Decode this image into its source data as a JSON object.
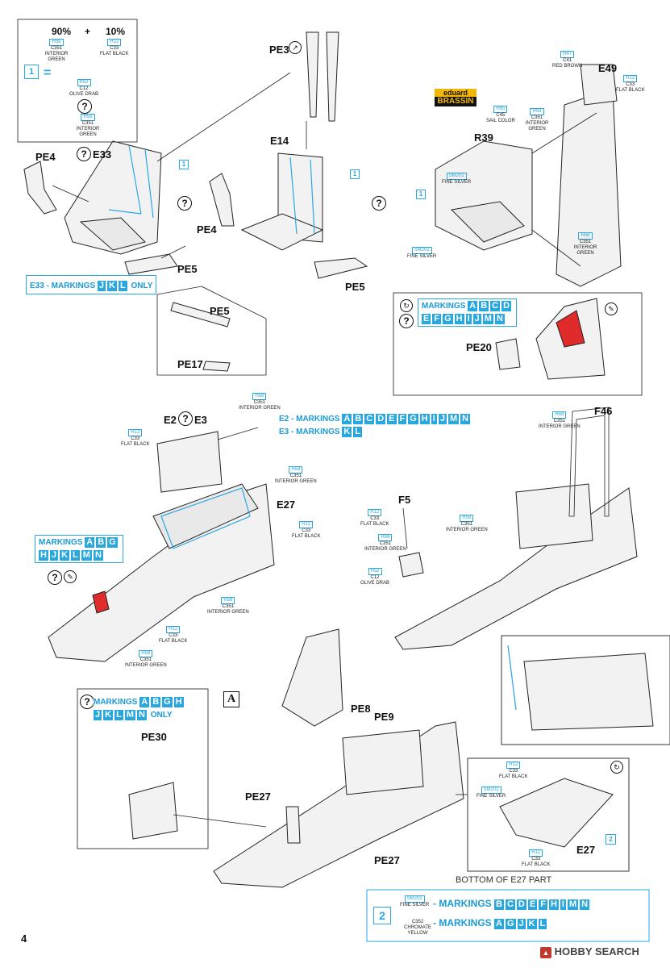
{
  "mix": {
    "pct1": "90%",
    "plus": "+",
    "pct2": "10%",
    "c1": {
      "h": "H58",
      "c": "C351",
      "n": "INTERIOR GREEN"
    },
    "c2": {
      "h": "H12",
      "c": "C33",
      "n": "FLAT BLACK"
    },
    "c3": {
      "h": "H52",
      "c": "C12",
      "n": "OLIVE DRAB"
    },
    "c4": {
      "h": "H58",
      "c": "C351",
      "n": "INTERIOR GREEN"
    },
    "step": "1",
    "eq": "="
  },
  "labels": {
    "pe4a": "PE4",
    "e33": "E33",
    "pe3": "PE3",
    "e14": "E14",
    "pe4b": "PE4",
    "pe5a": "PE5",
    "pe5b": "PE5",
    "pe5c": "PE5",
    "pe17": "PE17",
    "e49": "E49",
    "r39": "R39",
    "pe20": "PE20",
    "e2e3a": "E2",
    "e2e3b": "E3",
    "e27a": "E27",
    "f46": "F46",
    "f5": "F5",
    "pe30": "PE30",
    "pe27a": "PE27",
    "pe27b": "PE27",
    "pe8": "PE8",
    "pe9": "PE9",
    "e27b": "E27",
    "a": "A",
    "bottom": "BOTTOM OF E27 PART",
    "page": "4",
    "q": "?",
    "one": "1",
    "two": "2"
  },
  "brand": {
    "top": "eduard",
    "bottom": "BRASSIN"
  },
  "colors": {
    "h47": {
      "h": "H47",
      "c": "C41",
      "n": "RED BROWN"
    },
    "h12a": {
      "h": "H12",
      "c": "C33",
      "n": "FLAT BLACK"
    },
    "h85": {
      "h": "H85",
      "c": "C45",
      "n": "SAIL COLOR"
    },
    "h58a": {
      "h": "H58",
      "c": "C351",
      "n": "INTERIOR GREEN"
    },
    "sm201a": {
      "h": "SM201",
      "n": "FINE SILVER"
    },
    "sm201b": {
      "h": "SM201",
      "n": "FINE SILVER"
    },
    "h58b": {
      "h": "H58",
      "c": "C351",
      "n": "INTERIOR GREEN"
    },
    "h58c": {
      "h": "H58",
      "c": "C351",
      "n": "INTERIOR GREEN"
    },
    "h12b": {
      "h": "H12",
      "c": "C33",
      "n": "FLAT BLACK"
    },
    "h58d": {
      "h": "H58",
      "c": "C351",
      "n": "INTERIOR GREEN"
    },
    "h12c": {
      "h": "H12",
      "c": "C33",
      "n": "FLAT BLACK"
    },
    "h58e": {
      "h": "H58",
      "c": "C351",
      "n": "INTERIOR GREEN"
    },
    "h12d": {
      "h": "H12",
      "c": "C33",
      "n": "FLAT BLACK"
    },
    "h58f": {
      "h": "H58",
      "c": "C351",
      "n": "INTERIOR GREEN"
    },
    "h58g": {
      "h": "H58",
      "c": "C351",
      "n": "INTERIOR GREEN"
    },
    "h12e": {
      "h": "H12",
      "c": "C33",
      "n": "FLAT BLACK"
    },
    "h58h": {
      "h": "H58",
      "c": "C351",
      "n": "INTERIOR GREEN"
    },
    "h52": {
      "h": "H52",
      "c": "C12",
      "n": "OLIVE DRAB"
    },
    "h58i": {
      "h": "H58",
      "c": "C351",
      "n": "INTERIOR GREEN"
    },
    "h12f": {
      "h": "H12",
      "c": "C33",
      "n": "FLAT BLACK"
    },
    "sm201c": {
      "h": "SM201",
      "n": "FINE SILVER"
    },
    "h12g": {
      "h": "H12",
      "c": "C33",
      "n": "FLAT BLACK"
    }
  },
  "markings": {
    "e33": {
      "prefix": "E33 - MARKINGS",
      "tiles": [
        "J",
        "K",
        "L"
      ],
      "suffix": "ONLY"
    },
    "r1": {
      "prefix": "MARKINGS",
      "tiles": [
        "A",
        "B",
        "C",
        "D"
      ]
    },
    "r2": {
      "tiles": [
        "E",
        "F",
        "G",
        "H",
        "I",
        "J",
        "M",
        "N"
      ]
    },
    "e2": {
      "prefix": "E2 - MARKINGS",
      "tiles": [
        "A",
        "B",
        "C",
        "D",
        "E",
        "F",
        "G",
        "H",
        "I",
        "J",
        "M",
        "N"
      ]
    },
    "e3": {
      "prefix": "E3 - MARKINGS",
      "tiles": [
        "K",
        "L"
      ]
    },
    "l1": {
      "prefix": "MARKINGS",
      "tiles": [
        "A",
        "B",
        "G"
      ]
    },
    "l2": {
      "tiles": [
        "H",
        "J",
        "K",
        "L",
        "M",
        "N"
      ]
    },
    "a1": {
      "prefix": "MARKINGS",
      "tiles": [
        "A",
        "B",
        "G",
        "H"
      ]
    },
    "a2": {
      "tiles": [
        "J",
        "K",
        "L",
        "M",
        "N"
      ],
      "suffix": "ONLY"
    }
  },
  "legend": {
    "step": "2",
    "row1": {
      "h": "SM201",
      "n": "FINE SILVER",
      "prefix": "- MARKINGS",
      "tiles": [
        "B",
        "C",
        "D",
        "E",
        "F",
        "H",
        "I",
        "M",
        "N"
      ]
    },
    "row2": {
      "c": "C352",
      "n": "CHROMATE YELLOW",
      "prefix": "- MARKINGS",
      "tiles": [
        "A",
        "G",
        "J",
        "K",
        "L"
      ]
    }
  },
  "watermark": "HOBBY SEARCH"
}
